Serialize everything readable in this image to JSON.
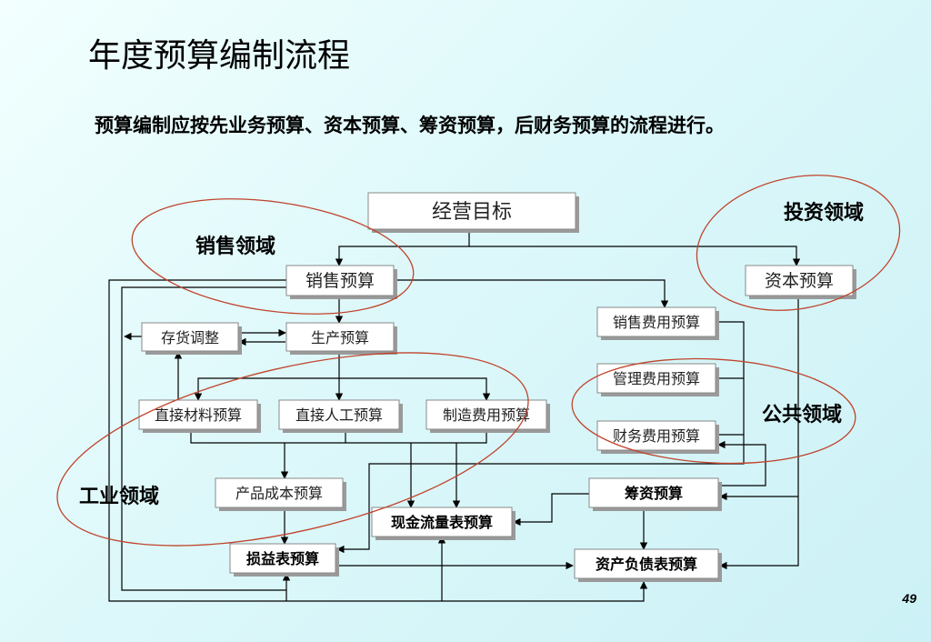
{
  "slide": {
    "title": "年度预算编制流程",
    "subtitle": "预算编制应按先业务预算、资本预算、筹资预算，后财务预算的流程进行。",
    "page_number": "49"
  },
  "diagram": {
    "regions": {
      "sales": "销售领域",
      "investment": "投资领域",
      "public": "公共领域",
      "industrial": "工业领域"
    },
    "boxes": {
      "business_goal": "经营目标",
      "sales_budget": "销售预算",
      "capital_budget": "资本预算",
      "inventory_adjustment": "存货调整",
      "production_budget": "生产预算",
      "direct_material_budget": "直接材料预算",
      "direct_labor_budget": "直接人工预算",
      "manufacturing_overhead_budget": "制造费用预算",
      "selling_expense_budget": "销售费用预算",
      "admin_expense_budget": "管理费用预算",
      "financial_expense_budget": "财务费用预算",
      "product_cost_budget": "产品成本预算",
      "financing_budget": "筹资预算",
      "cash_flow_budget": "现金流量表预算",
      "income_statement_budget": "损益表预算",
      "balance_sheet_budget": "资产负债表预算"
    },
    "colors": {
      "ellipse": "#c0442c",
      "box_fill": "#ffffff",
      "box_shadow": "#9a9a9a",
      "line": "#000000"
    }
  }
}
